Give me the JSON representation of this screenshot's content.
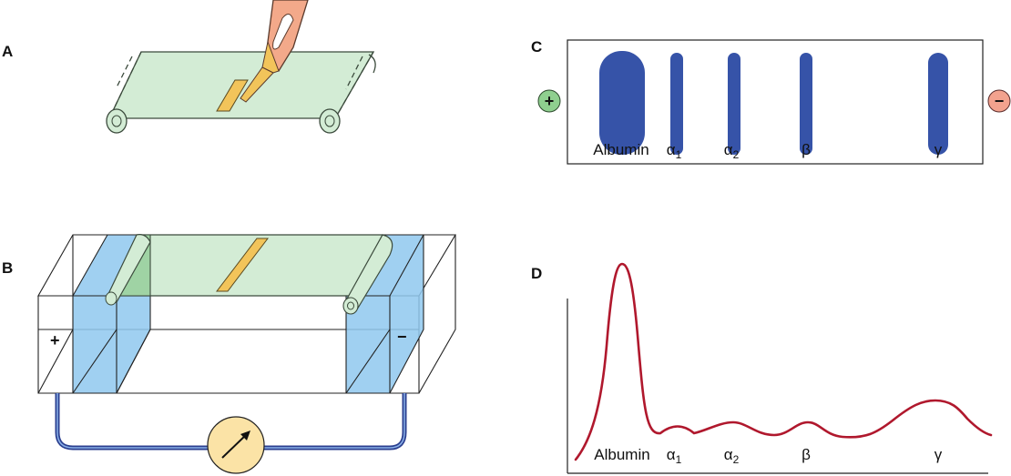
{
  "panels": {
    "a": {
      "label": "A"
    },
    "b": {
      "label": "B",
      "anode": "+",
      "cathode": "−"
    },
    "c": {
      "label": "C",
      "anode": "+",
      "cathode": "−",
      "bands": [
        {
          "label": "Albumin",
          "sub": ""
        },
        {
          "label": "α",
          "sub": "1"
        },
        {
          "label": "α",
          "sub": "2"
        },
        {
          "label": "β",
          "sub": ""
        },
        {
          "label": "γ",
          "sub": ""
        }
      ]
    },
    "d": {
      "label": "D",
      "peaks": [
        {
          "label": "Albumin",
          "sub": ""
        },
        {
          "label": "α",
          "sub": "1"
        },
        {
          "label": "α",
          "sub": "2"
        },
        {
          "label": "β",
          "sub": ""
        },
        {
          "label": "γ",
          "sub": ""
        }
      ]
    }
  },
  "colors": {
    "paper": "#d3ecd5",
    "paper_stroke": "#3b4a3c",
    "sample": "#f2c45a",
    "pipette": "#f3a98a",
    "buffer": "#8fc8ef",
    "band": "#3653a8",
    "trace": "#b0182d",
    "anode": "#8fcf8f",
    "cathode": "#f2a28e",
    "wire": "#2b3f8f",
    "meter": "#fbe3a6"
  },
  "icons": {
    "pipette": "pipette-icon",
    "meter": "ammeter-icon"
  }
}
